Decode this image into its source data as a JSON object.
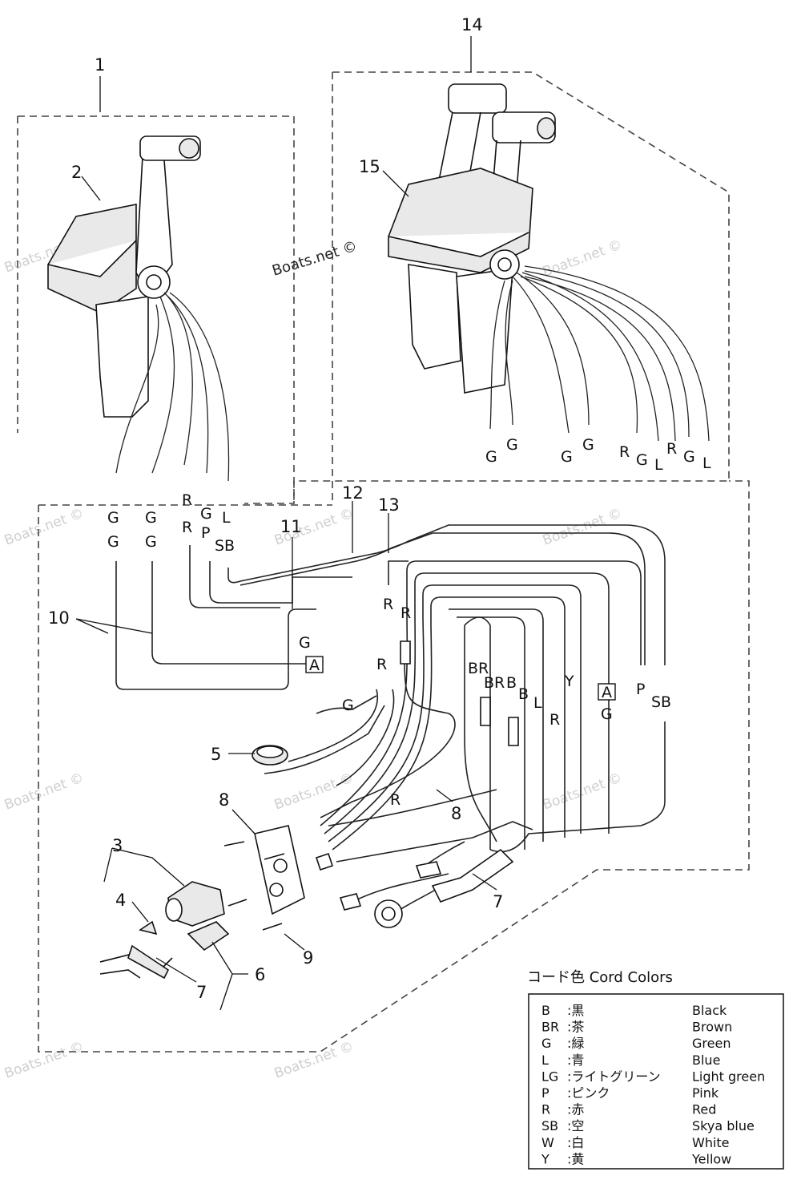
{
  "watermark": "Boats.net ©",
  "stamp": "Boats.net ©",
  "callouts": [
    "1",
    "2",
    "3",
    "4",
    "5",
    "6",
    "7",
    "7",
    "8",
    "8",
    "9",
    "10",
    "11",
    "12",
    "13",
    "14",
    "15"
  ],
  "wire_labels": {
    "g1": "G",
    "g2": "G",
    "g3": "G",
    "g4": "G",
    "r1": "R",
    "r2": "R",
    "g5": "G",
    "p1": "P",
    "l1": "L",
    "sb1": "SB",
    "r3": "R",
    "r4": "R",
    "r5": "R",
    "g6": "G",
    "a1": "A",
    "g7": "G",
    "br1": "BR",
    "br2": "BR",
    "b1": "B",
    "b2": "B",
    "l2": "L",
    "r6": "R",
    "y1": "Y",
    "a2": "A",
    "g8": "G",
    "p2": "P",
    "sb2": "SB",
    "r7": "R",
    "t_g1": "G",
    "t_g2": "G",
    "t_g3": "G",
    "t_g4": "G",
    "t_r1": "R",
    "t_g5": "G",
    "t_l1": "L",
    "t_r2": "R",
    "t_g6": "G",
    "t_l2": "L"
  },
  "legend": {
    "title": "コード色 Cord Colors",
    "rows": [
      {
        "code": "B",
        "jp": ":黒",
        "en": "Black"
      },
      {
        "code": "BR",
        "jp": ":茶",
        "en": "Brown"
      },
      {
        "code": "G",
        "jp": ":緑",
        "en": "Green"
      },
      {
        "code": "L",
        "jp": ":青",
        "en": "Blue"
      },
      {
        "code": "LG",
        "jp": ":ライトグリーン",
        "en": "Light green"
      },
      {
        "code": "P",
        "jp": ":ピンク",
        "en": "Pink"
      },
      {
        "code": "R",
        "jp": ":赤",
        "en": "Red"
      },
      {
        "code": "SB",
        "jp": ":空",
        "en": "Skya blue"
      },
      {
        "code": "W",
        "jp": ":白",
        "en": "White"
      },
      {
        "code": "Y",
        "jp": ":黄",
        "en": "Yellow"
      }
    ]
  }
}
